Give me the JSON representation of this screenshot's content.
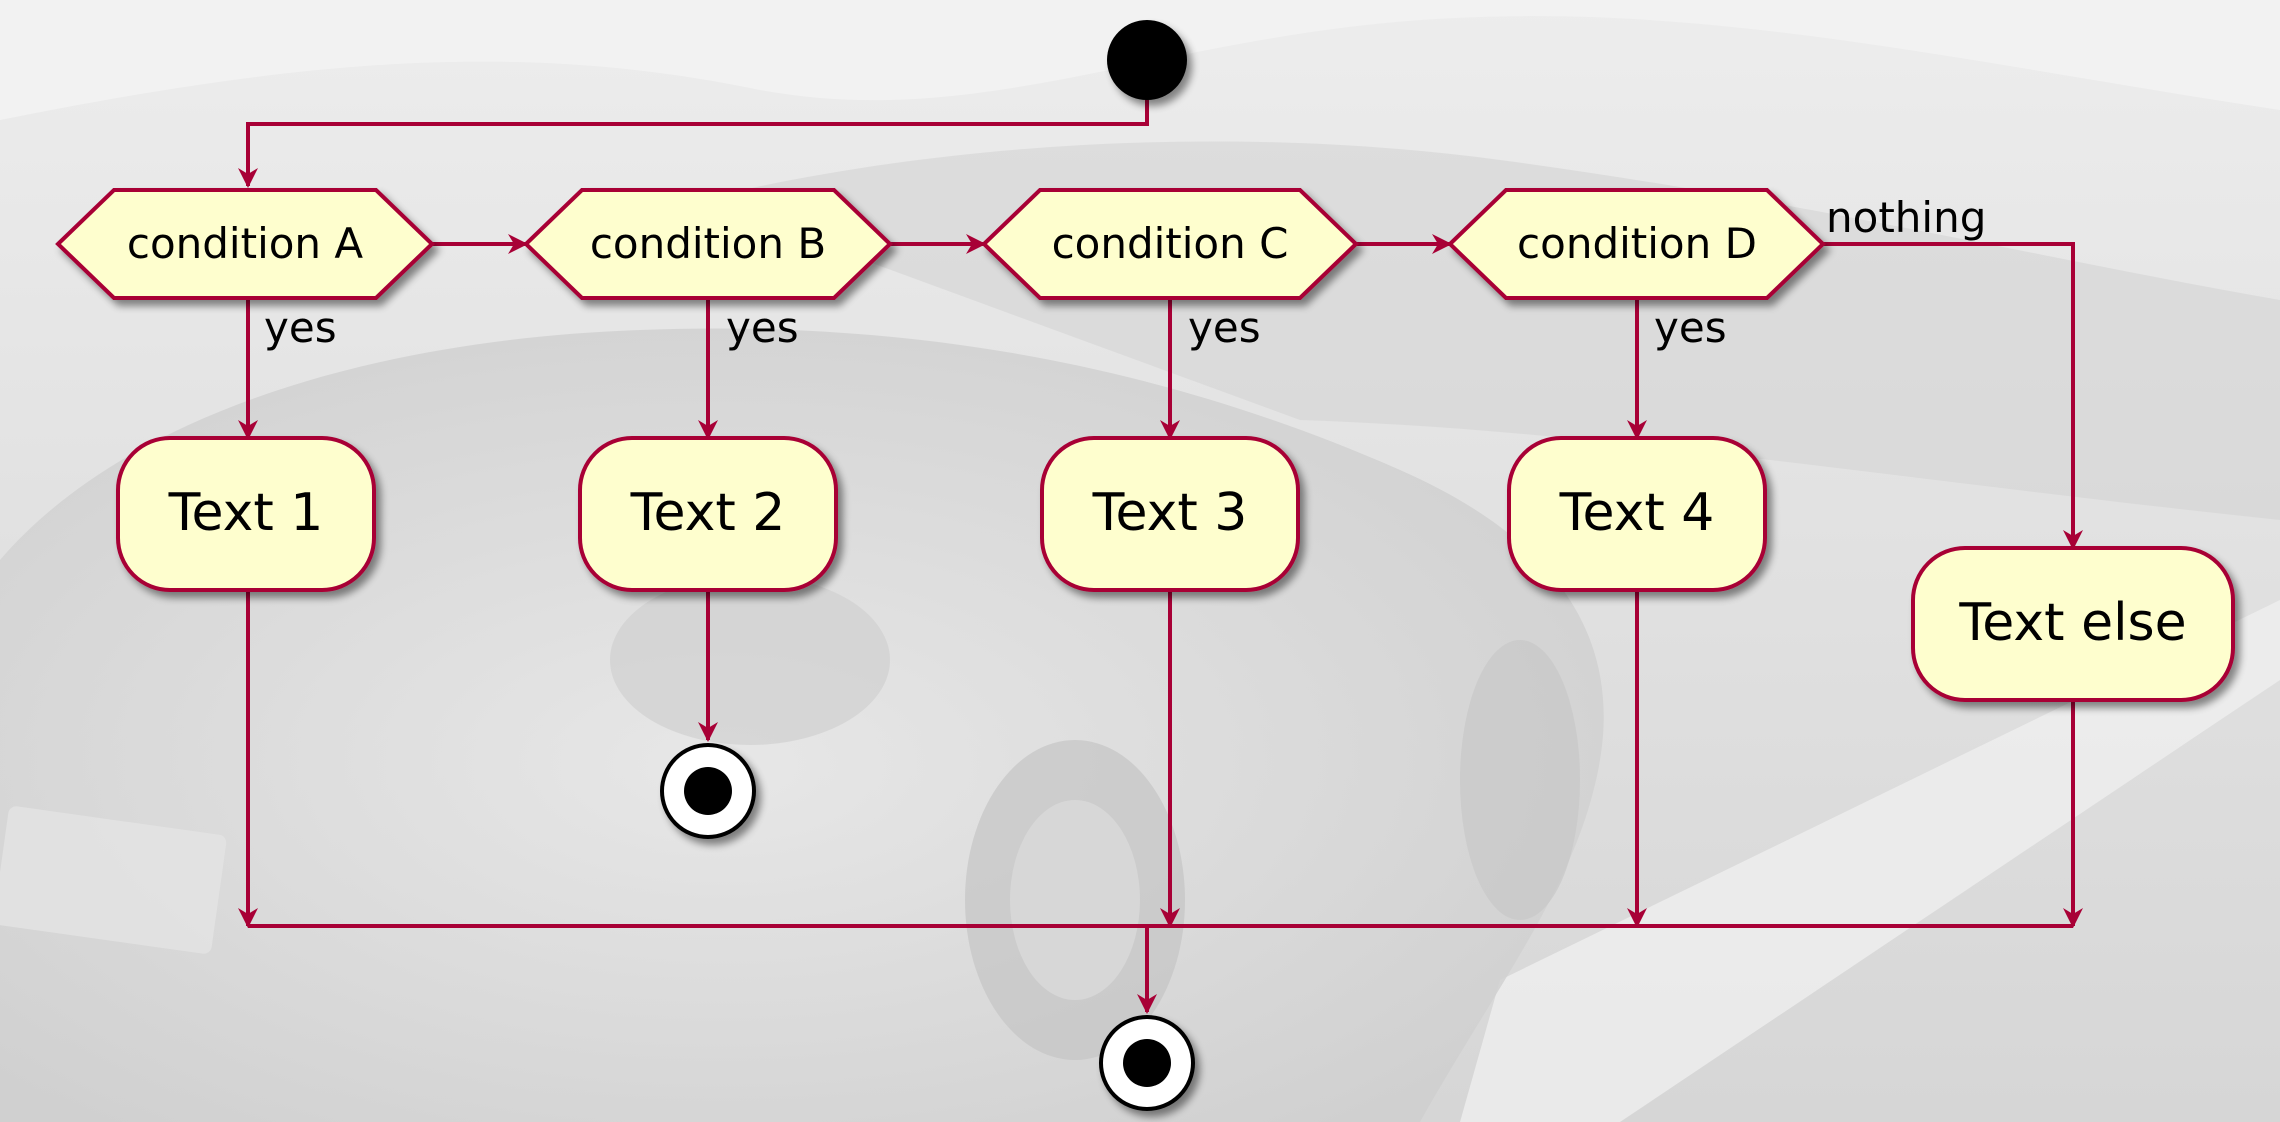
{
  "diagram": {
    "conditions": [
      {
        "label": "condition A",
        "branch": "yes",
        "action": "Text 1"
      },
      {
        "label": "condition B",
        "branch": "yes",
        "action": "Text 2"
      },
      {
        "label": "condition C",
        "branch": "yes",
        "action": "Text 3"
      },
      {
        "label": "condition D",
        "branch": "yes",
        "action": "Text 4"
      }
    ],
    "else_branch": {
      "label": "nothing",
      "action": "Text else"
    }
  },
  "colors": {
    "arrow": "#A80036",
    "box_fill": "#FEFECE",
    "box_stroke": "#A80036",
    "start_node": "#000000"
  }
}
